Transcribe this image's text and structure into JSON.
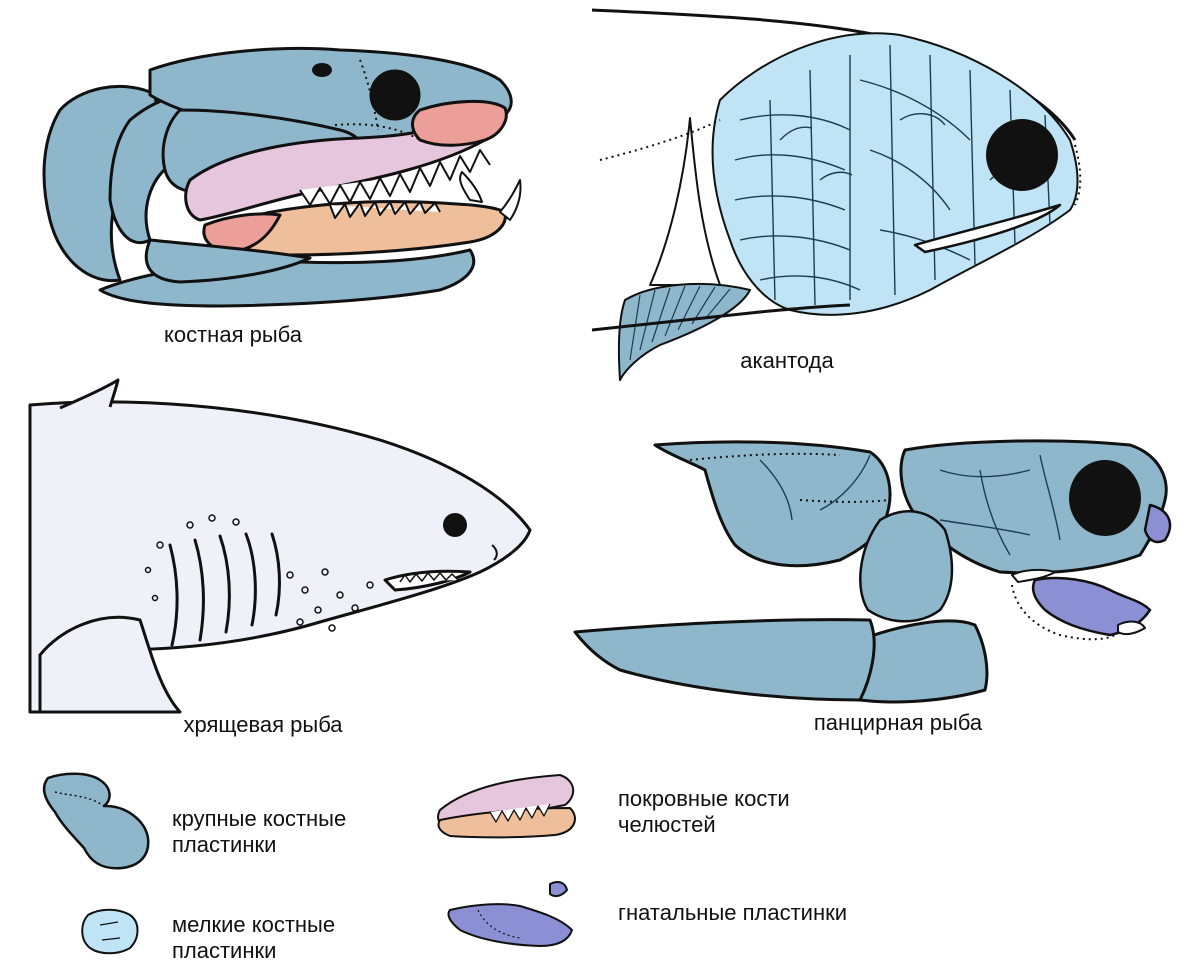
{
  "panels": {
    "bony_fish": {
      "caption": "костная рыба"
    },
    "acanthodian": {
      "caption": "акантода"
    },
    "cartilaginous_fish": {
      "caption": "хрящевая рыба"
    },
    "placoderm": {
      "caption": "панцирная рыба"
    }
  },
  "legend": {
    "large_plates": {
      "line1": "крупные костные",
      "line2": "пластинки"
    },
    "small_plates": {
      "line1": "мелкие костные",
      "line2": "пластинки"
    },
    "jaw_dermal_bones": {
      "line1": "покровные кости",
      "line2": "челюстей"
    },
    "gnathal_plates": {
      "line1": "гнатальные пластинки"
    }
  },
  "colors": {
    "large_plate": "#8fb7cc",
    "small_plate": "#bfe4f5",
    "jaw_upper_pink": "#e5c6dc",
    "jaw_lower_orange": "#eebf9a",
    "jaw_red": "#ec9e98",
    "gnathal": "#8b8fd3",
    "shark_body": "#eef1f8",
    "outline": "#111111"
  }
}
